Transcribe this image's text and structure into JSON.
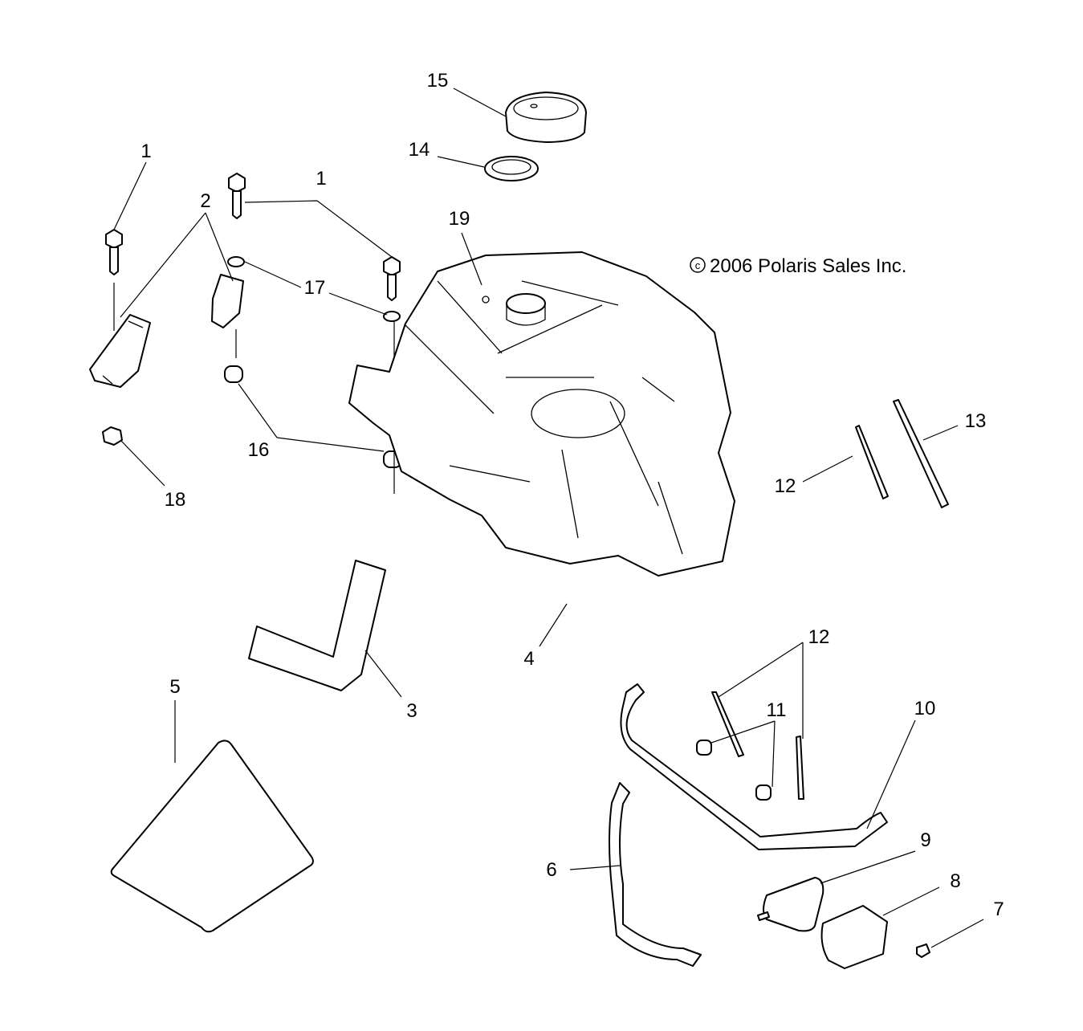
{
  "copyright": "2006 Polaris Sales Inc.",
  "copyright_symbol": "©",
  "callouts": [
    "15",
    "14",
    "1",
    "1",
    "2",
    "17",
    "19",
    "16",
    "18",
    "12",
    "13",
    "4",
    "3",
    "5",
    "12",
    "11",
    "10",
    "9",
    "6",
    "8",
    "7"
  ],
  "colors": {
    "line": "#000000",
    "background": "#ffffff"
  }
}
